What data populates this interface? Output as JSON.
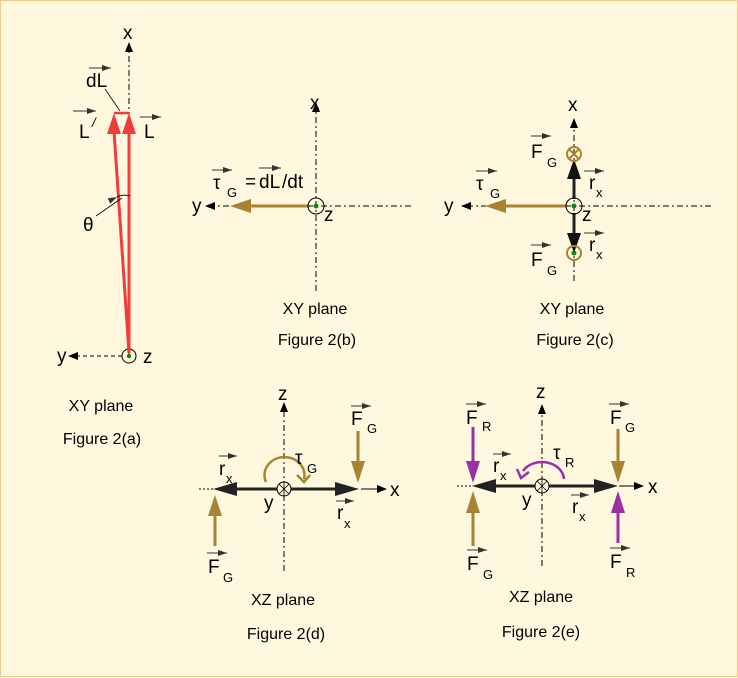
{
  "colors": {
    "background": "#fff7de",
    "red": "#f03c3c",
    "brown": "#a88432",
    "purple": "#9b2fa6",
    "black": "#222222"
  },
  "figures": [
    {
      "id": "a",
      "plane": "XY plane",
      "caption": "Figure 2(a)",
      "axes": {
        "vertical": "x",
        "horizontal": "y",
        "out": "z"
      },
      "labels": {
        "dL": "dL",
        "L_prime": "L",
        "prime": "/",
        "L": "L",
        "theta": "θ"
      }
    },
    {
      "id": "b",
      "plane": "XY plane",
      "caption": "Figure 2(b)",
      "axes": {
        "vertical": "x",
        "horizontal": "y",
        "out": "z"
      },
      "labels": {
        "tau": "τ",
        "tau_sub": "G",
        "eq": "= ",
        "dL": "dL",
        "dt": "/dt"
      }
    },
    {
      "id": "c",
      "plane": "XY plane",
      "caption": "Figure 2(c)",
      "axes": {
        "vertical": "x",
        "horizontal": "y",
        "out": "z"
      },
      "labels": {
        "F": "F",
        "F_sub": "G",
        "r": "r",
        "r_sub": "x",
        "tau": "τ",
        "tau_sub": "G"
      }
    },
    {
      "id": "d",
      "plane": "XZ plane",
      "caption": "Figure 2(d)",
      "axes": {
        "vertical": "z",
        "horizontal": "x",
        "into": "y"
      },
      "labels": {
        "F": "F",
        "F_sub": "G",
        "r": "r",
        "r_sub": "x",
        "tau": "τ",
        "tau_sub": "G"
      }
    },
    {
      "id": "e",
      "plane": "XZ plane",
      "caption": "Figure 2(e)",
      "axes": {
        "vertical": "z",
        "horizontal": "x",
        "into": "y"
      },
      "labels": {
        "F": "F",
        "FG_sub": "G",
        "FR_sub": "R",
        "r": "r",
        "r_sub": "x",
        "tau": "τ",
        "tau_sub": "R"
      }
    }
  ]
}
